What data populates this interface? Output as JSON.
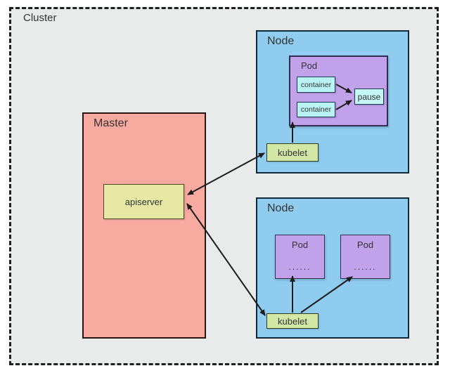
{
  "diagram": {
    "cluster_label": "Cluster",
    "master": {
      "label": "Master",
      "apiserver_label": "apiserver"
    },
    "node_top": {
      "label": "Node",
      "pod": {
        "label": "Pod",
        "containers": [
          "container",
          "container"
        ],
        "pause_label": "pause"
      },
      "kubelet_label": "kubelet"
    },
    "node_bottom": {
      "label": "Node",
      "pods": [
        {
          "label": "Pod",
          "dots": "......"
        },
        {
          "label": "Pod",
          "dots": "......"
        }
      ],
      "kubelet_label": "kubelet"
    },
    "edges": [
      {
        "from": "kubelet (top node)",
        "to": "Pod (top node)",
        "direction": "one-way"
      },
      {
        "from": "container 1",
        "to": "pause",
        "direction": "one-way"
      },
      {
        "from": "container 2",
        "to": "pause",
        "direction": "one-way"
      },
      {
        "from": "apiserver",
        "to": "kubelet (top node)",
        "direction": "two-way"
      },
      {
        "from": "apiserver",
        "to": "kubelet (bottom node)",
        "direction": "two-way"
      },
      {
        "from": "kubelet (bottom node)",
        "to": "Pod 1 (bottom node)",
        "direction": "one-way"
      },
      {
        "from": "kubelet (bottom node)",
        "to": "Pod 2 (bottom node)",
        "direction": "one-way"
      }
    ]
  },
  "colors": {
    "cluster-fill": "#e9eaea",
    "cluster-border": "#1f1f1f",
    "node-fill": "#8fccf0",
    "node-border": "#10283c",
    "pod-fill": "#c0a1ea",
    "pod-border": "#342a56",
    "container-fill": "#b9f3f5",
    "container-border": "#1d3c55",
    "pause-fill": "#c6f5f6",
    "master-fill": "#f9aaa0",
    "master-border": "#2a1512",
    "apiserver-fill": "#e8e8a5",
    "apiserver-border": "#4c4c22",
    "kubelet-fill": "#d2e7a6",
    "kubelet-border": "#2f3d1e",
    "arrow": "#1d1d1d",
    "text": "#333333"
  }
}
